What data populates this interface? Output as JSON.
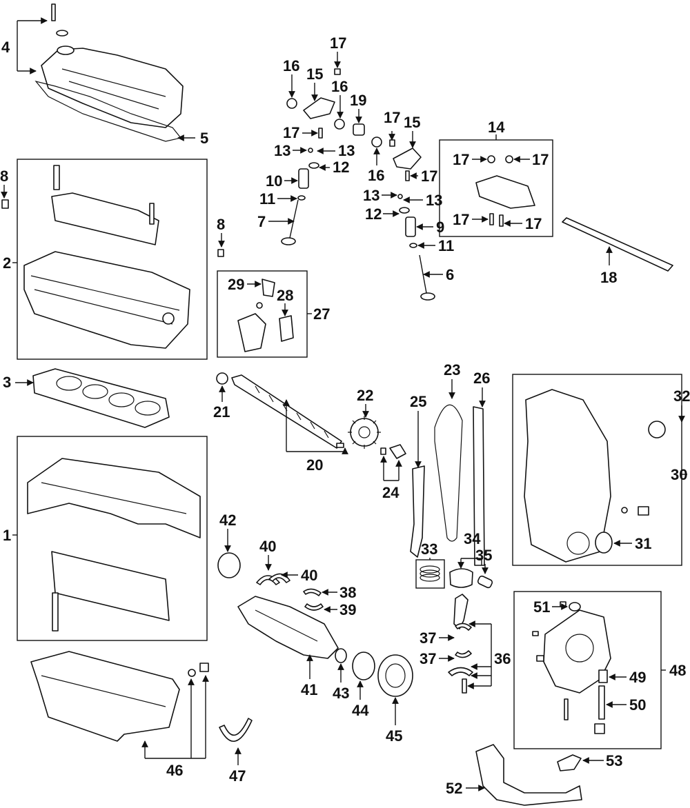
{
  "callouts": {
    "c1": "1",
    "c2": "2",
    "c3": "3",
    "c4": "4",
    "c5": "5",
    "c6": "6",
    "c7": "7",
    "c8": "8",
    "c9": "9",
    "c10": "10",
    "c11": "11",
    "c12": "12",
    "c13": "13",
    "c14": "14",
    "c15": "15",
    "c16": "16",
    "c17": "17",
    "c18": "18",
    "c19": "19",
    "c20": "20",
    "c21": "21",
    "c22": "22",
    "c23": "23",
    "c24": "24",
    "c25": "25",
    "c26": "26",
    "c27": "27",
    "c28": "28",
    "c29": "29",
    "c30": "30",
    "c31": "31",
    "c32": "32",
    "c33": "33",
    "c34": "34",
    "c35": "35",
    "c36": "36",
    "c37": "37",
    "c38": "38",
    "c39": "39",
    "c40": "40",
    "c41": "41",
    "c42": "42",
    "c43": "43",
    "c44": "44",
    "c45": "45",
    "c46": "46",
    "c47": "47",
    "c48": "48",
    "c49": "49",
    "c50": "50",
    "c51": "51",
    "c52": "52",
    "c53": "53"
  }
}
